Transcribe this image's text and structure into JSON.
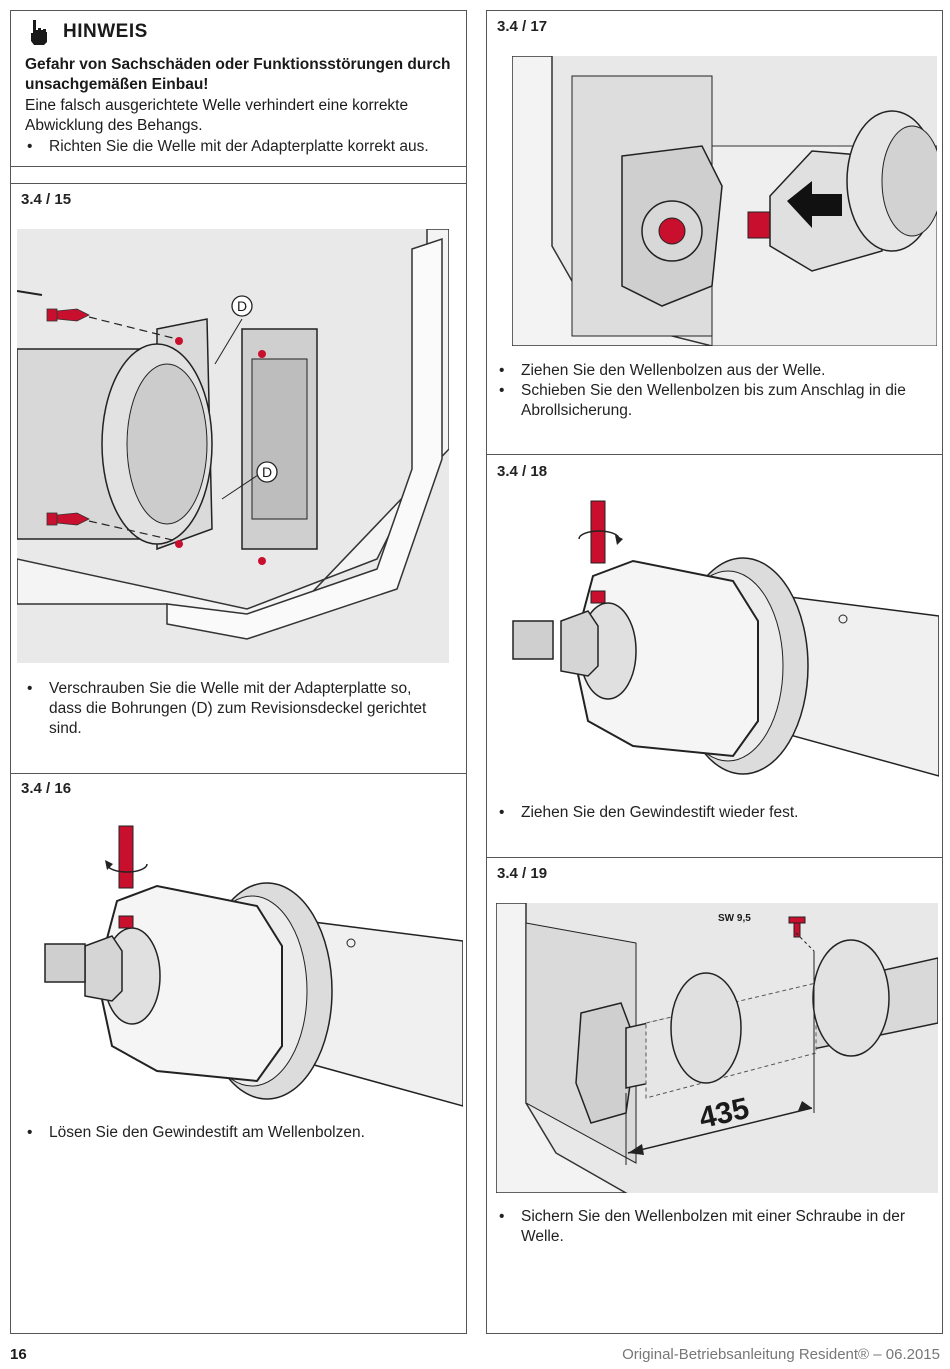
{
  "notice": {
    "title": "HINWEIS",
    "icon": "hand-pointing-icon",
    "warning": "Gefahr von Sachschäden oder Funktionsstörungen durch unsachgemäßen Einbau!",
    "text": "Eine falsch ausgerichtete Welle verhindert eine korrekte Abwicklung des Behangs.",
    "bullets": [
      "Richten Sie die Welle mit der Adapterplatte korrekt aus."
    ]
  },
  "steps": {
    "s15": {
      "label": "3.4 / 15",
      "callouts": [
        "D",
        "D"
      ],
      "bullets": [
        "Verschrauben Sie die Welle mit der Adapterplatte so, dass die Bohrungen (D) zum Revisionsdeckel gerichtet sind."
      ]
    },
    "s16": {
      "label": "3.4 / 16",
      "bullets": [
        "Lösen Sie den Gewindestift am Wellenbolzen."
      ]
    },
    "s17": {
      "label": "3.4 / 17",
      "bullets": [
        "Ziehen Sie den Wellenbolzen aus der Welle.",
        "Schieben Sie den Wellenbolzen bis zum Anschlag in die Abrollsicherung."
      ]
    },
    "s18": {
      "label": "3.4 / 18",
      "bullets": [
        "Ziehen Sie den Gewindestift wieder fest."
      ]
    },
    "s19": {
      "label": "3.4 / 19",
      "wrench_size": "SW 9,5",
      "dimension": "435",
      "bullets": [
        "Sichern Sie den Wellenbolzen mit einer Schraube in der Welle."
      ]
    }
  },
  "footer": {
    "page_number": "16",
    "document": "Original-Betriebsanleitung Resident® – 06.2015"
  },
  "colors": {
    "accent_red": "#c8102e",
    "line": "#555555",
    "illustration_grey": "#e6e6e6"
  }
}
